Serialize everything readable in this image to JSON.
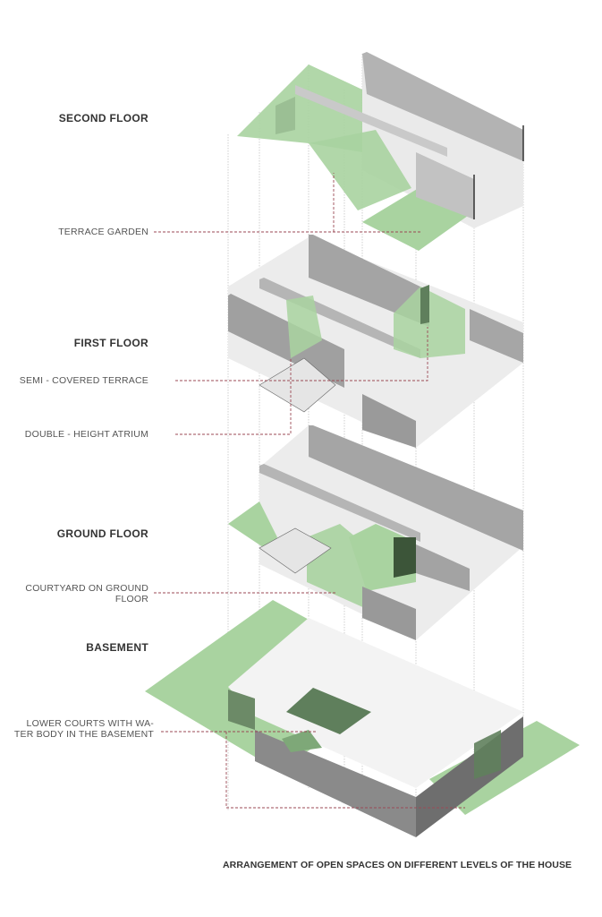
{
  "diagram": {
    "caption": "ARRANGEMENT OF OPEN SPACES ON DIFFERENT LEVELS OF THE HOUSE",
    "colors": {
      "open_space_green": "#a9d3a0",
      "dark_green": "#5f7f5c",
      "wall_gray": "#9e9e9e",
      "slab_light": "#ececec",
      "leader_line": "#9b4a55",
      "projection_line": "#bdbdbd"
    },
    "floors": [
      {
        "id": "second",
        "label": "SECOND FLOOR"
      },
      {
        "id": "first",
        "label": "FIRST FLOOR"
      },
      {
        "id": "ground",
        "label": "GROUND FLOOR"
      },
      {
        "id": "basement",
        "label": "BASEMENT"
      }
    ],
    "annotations": [
      {
        "id": "terrace-garden",
        "label": "TERRACE GARDEN",
        "floor": "second"
      },
      {
        "id": "semi-covered-terrace",
        "label": "SEMI - COVERED TERRACE",
        "floor": "first"
      },
      {
        "id": "double-height-atrium",
        "label": "DOUBLE - HEIGHT ATRIUM",
        "floor": "first"
      },
      {
        "id": "courtyard-ground",
        "label_line1": "COURTYARD ON GROUND",
        "label_line2": "FLOOR",
        "floor": "ground"
      },
      {
        "id": "lower-courts",
        "label_line1": "LOWER COURTS WITH WA-",
        "label_line2": "TER BODY IN THE BASEMENT",
        "floor": "basement"
      }
    ]
  }
}
